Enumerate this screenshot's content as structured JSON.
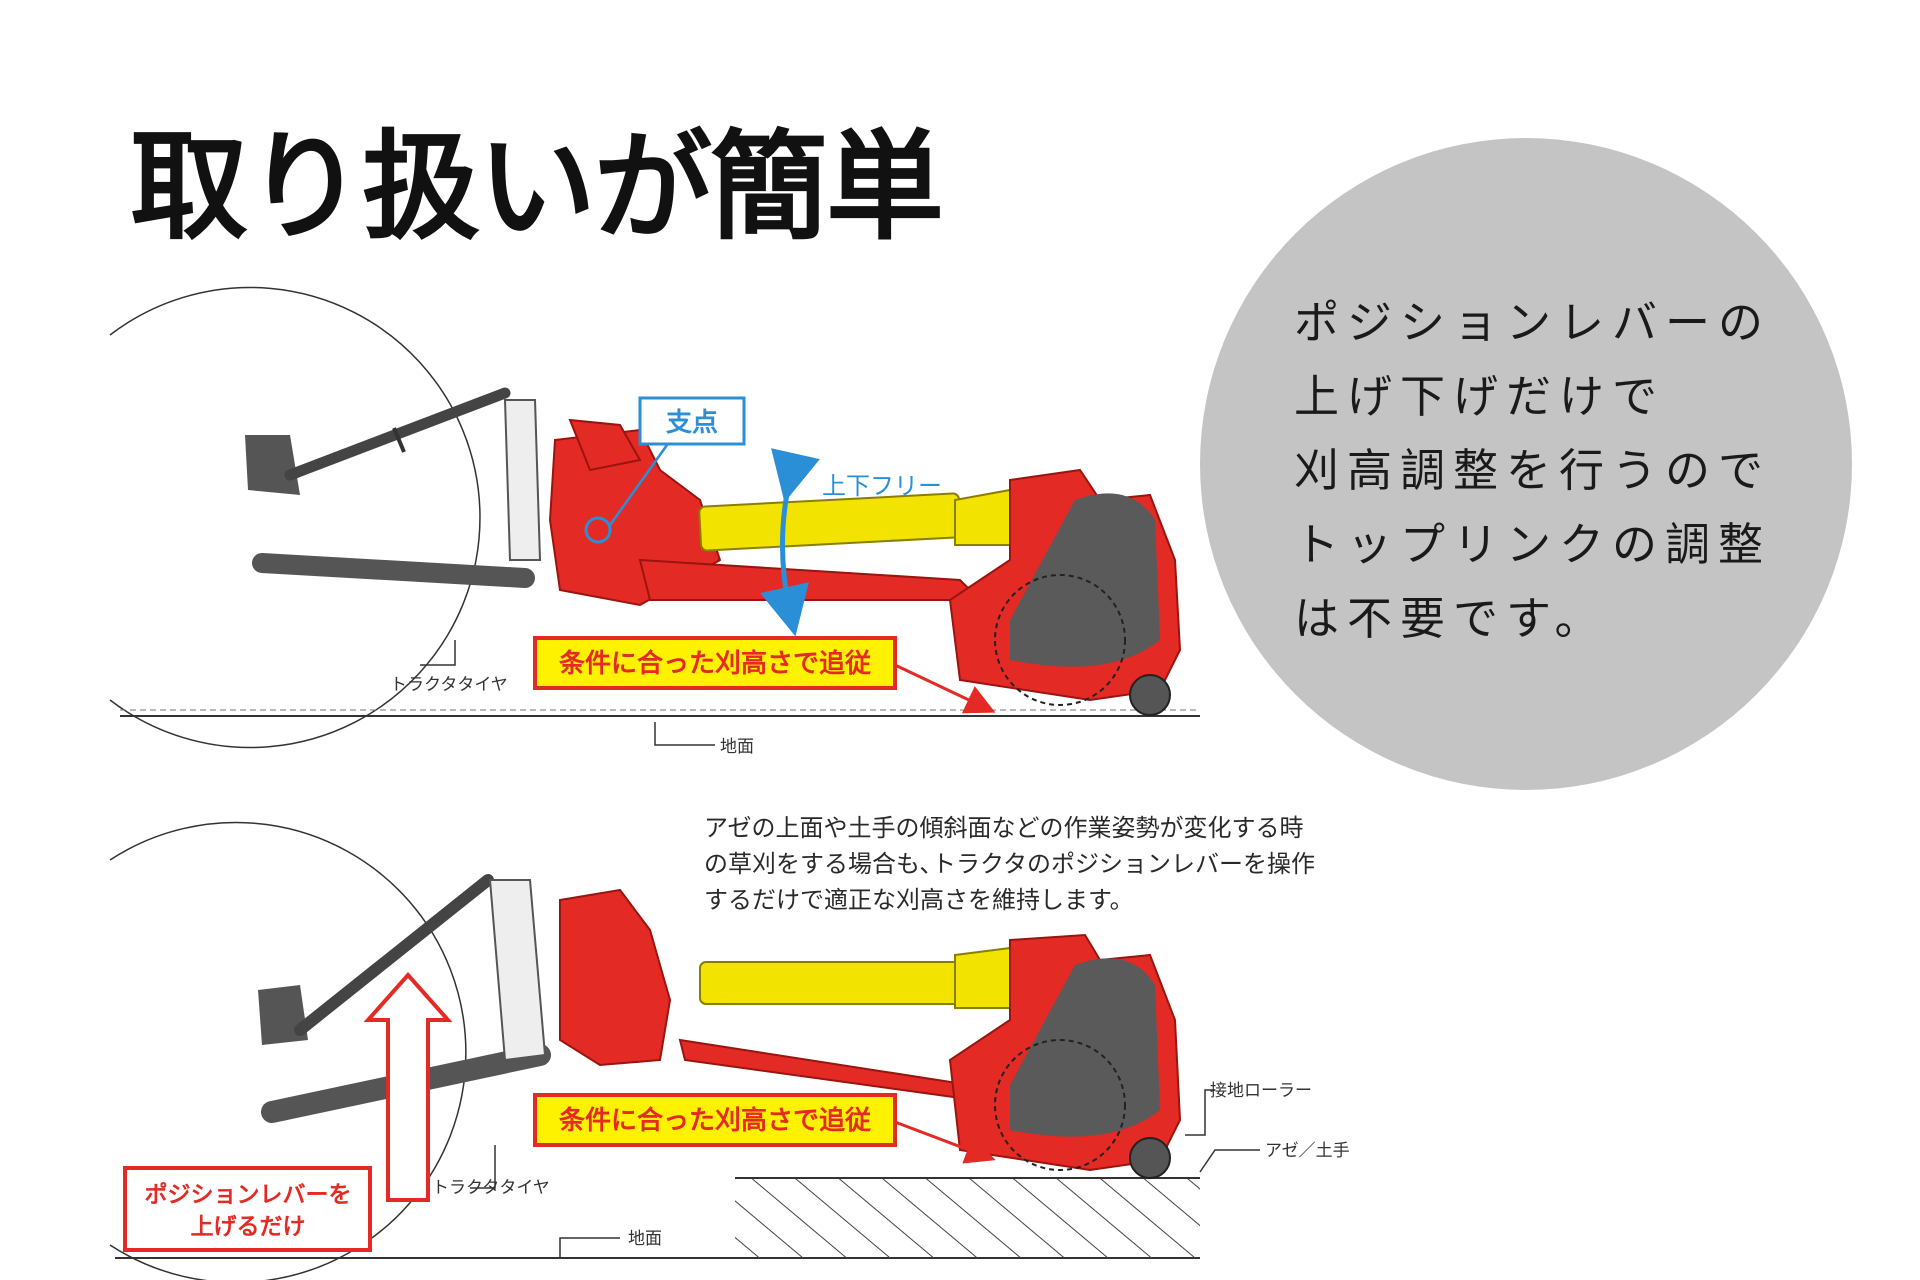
{
  "title": "取り扱いが簡単",
  "callout": {
    "lines": [
      "ポジションレバーの",
      "上げ下げだけで",
      "刈高調整を行うので",
      "トップリンクの調整",
      "は不要です。"
    ]
  },
  "description": {
    "lines": [
      "アゼの上面や土手の傾斜面などの作業姿勢が変化する時",
      "の草刈をする場合も､トラクタのポジションレバーを操作",
      "するだけで適正な刈高さを維持します。"
    ]
  },
  "diagram_top": {
    "fulcrum_label": "支点",
    "updown_label": "上下フリー",
    "follow_label": "条件に合った刈高さで追従",
    "tire_label": "トラクタタイヤ",
    "ground_label": "地面"
  },
  "diagram_bottom": {
    "follow_label": "条件に合った刈高さで追従",
    "roller_label": "接地ローラー",
    "levee_label": "アゼ／土手",
    "tire_label": "トラクタタイヤ",
    "ground_label": "地面",
    "lever_label_1": "ポジションレバーを",
    "lever_label_2": "上げるだけ"
  },
  "colors": {
    "accent_red": "#e42a24",
    "callout_bg": "#c4c4c4",
    "shaft_yellow": "#f3e300",
    "label_yellow": "#fff200",
    "body_gray": "#5a5a5a",
    "updown_blue": "#2a8fd6"
  }
}
